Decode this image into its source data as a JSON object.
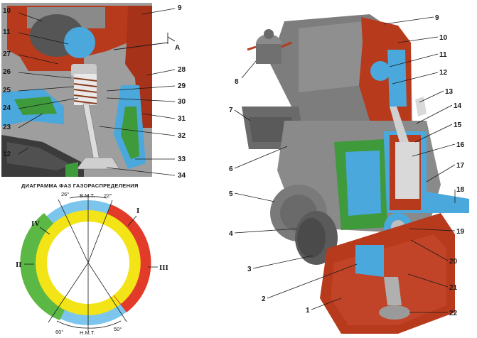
{
  "caption": "ДИАГРАММА ФАЗ ГАЗОРАСПРЕДЕЛЕНИЯ",
  "section_letter": "A",
  "detail_labels": [
    "10",
    "11",
    "27",
    "26",
    "25",
    "24",
    "23",
    "12",
    "9",
    "28",
    "29",
    "30",
    "31",
    "32",
    "33",
    "34"
  ],
  "engine_labels": [
    "9",
    "10",
    "11",
    "12",
    "13",
    "14",
    "15",
    "16",
    "17",
    "18",
    "19",
    "20",
    "21",
    "22",
    "8",
    "7",
    "6",
    "5",
    "4",
    "3",
    "2",
    "1"
  ],
  "timing": {
    "top_label": "В.М.Т.",
    "bottom_label": "Н.М.Т.",
    "angle_top_left": "26°",
    "angle_top_right": "22°",
    "angle_bottom_left": "60°",
    "angle_bottom_right": "50°",
    "phase_labels": [
      "I",
      "II",
      "III",
      "IV"
    ]
  },
  "colors": {
    "casing": "#7d7d7d",
    "casing_dark": "#555555",
    "section_red": "#b83a1c",
    "coolant_blue": "#4aa8dc",
    "coolant_light": "#7cc6ee",
    "valve_green": "#3f9a3c",
    "ring_yellow": "#f2e417",
    "ring_red": "#e23b2a",
    "ring_green": "#5cb845",
    "ring_blue": "#7cc6ee"
  }
}
